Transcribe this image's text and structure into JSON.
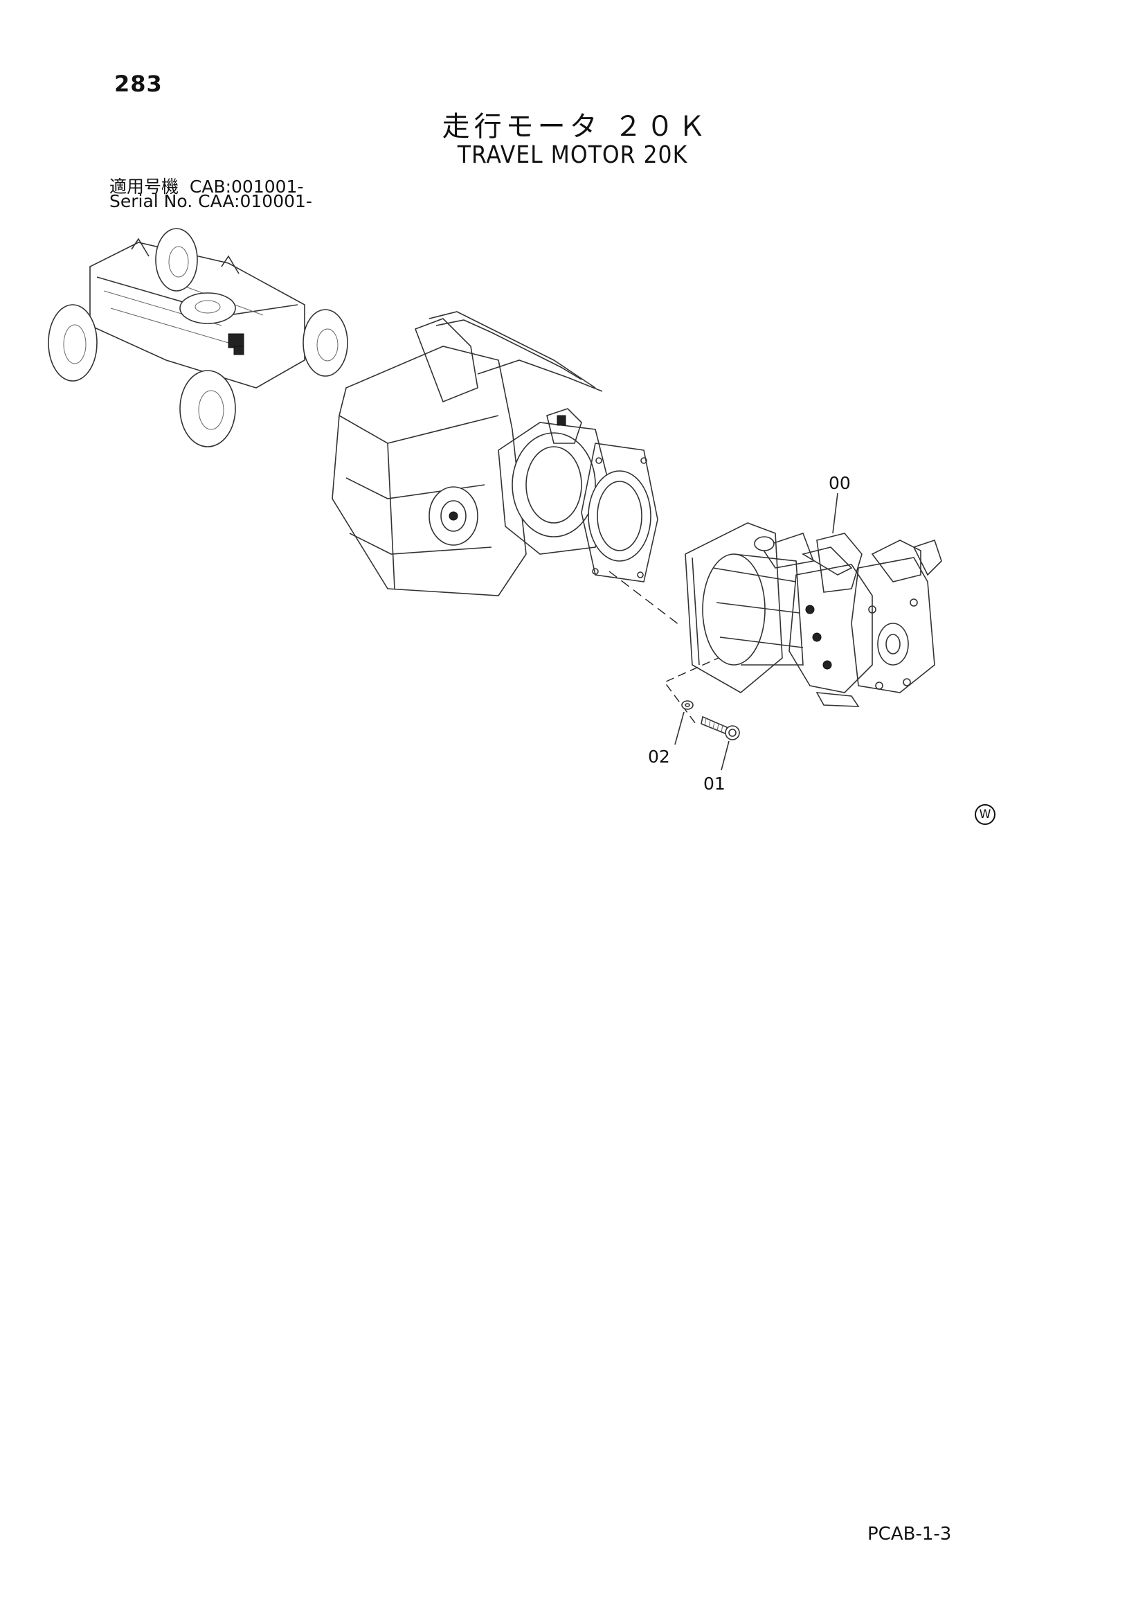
{
  "page_number": "283",
  "title_ja": "走行モータ ２０Ｋ",
  "title_en": "TRAVEL MOTOR 20K",
  "serial_lines": [
    "適用号機  CAB:001001-",
    "Serial No. CAA:010001-"
  ],
  "callouts": {
    "motor": "00",
    "washer": "02",
    "bolt": "01"
  },
  "watermark_symbol": "W",
  "footer_code": "PCAB-1-3"
}
